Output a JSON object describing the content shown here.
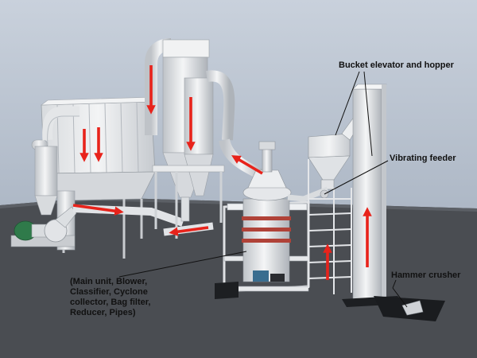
{
  "labels": {
    "bucket_elevator": "Bucket elevator and hopper",
    "vibrating_feeder": "Vibrating feeder",
    "hammer_crusher": "Hammer crusher",
    "main_unit": "(Main unit, Blower,\nClassifier, Cyclone\ncollector, Bag filter,\nReducer, Pipes)"
  },
  "colors": {
    "background": "#b8c2d0",
    "floor": "#4a4d52",
    "machine_white": "#e6e8ea",
    "machine_shadow": "#b9bdc2",
    "flow_arrow": "#e8231b",
    "blower_green": "#2f7a4a"
  }
}
